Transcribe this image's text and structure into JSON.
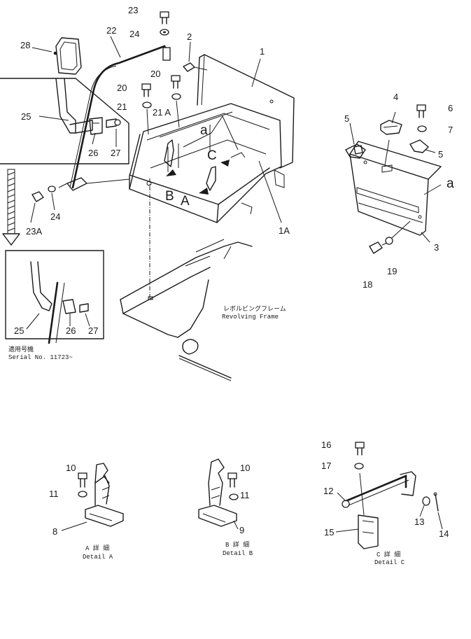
{
  "callouts": {
    "c1": "1",
    "c1a": "1A",
    "c2": "2",
    "c3": "3",
    "c4": "4",
    "c5a": "5",
    "c5b": "5",
    "c6": "6",
    "c7": "7",
    "c8": "8",
    "c9": "9",
    "c10a": "10",
    "c10b": "10",
    "c11a": "11",
    "c11b": "11",
    "c12": "12",
    "c13": "13",
    "c14": "14",
    "c15": "15",
    "c16": "16",
    "c17": "17",
    "c18": "18",
    "c19": "19",
    "c20a": "20",
    "c20b": "20",
    "c21": "21",
    "c21a": "21 A",
    "c22": "22",
    "c23": "23",
    "c23a": "23A",
    "c24a": "24",
    "c24b": "24",
    "c25a": "25",
    "c25b": "25",
    "c26a": "26",
    "c26b": "26",
    "c27a": "27",
    "c27b": "27",
    "c28": "28",
    "ref_a1": "a",
    "ref_a2": "a",
    "view_a": "A",
    "view_b": "B",
    "view_c": "C"
  },
  "captions": {
    "frame_jp": "レボルビングフレーム",
    "frame_en": "Revolving Frame",
    "serial_jp": "適用号機",
    "serial_en": "Serial No. 11723~",
    "detail_a_jp": "A 詳 細",
    "detail_a_en": "Detail A",
    "detail_b_jp": "B 詳 細",
    "detail_b_en": "Detail B",
    "detail_c_jp": "C 詳 細",
    "detail_c_en": "Detail C"
  }
}
